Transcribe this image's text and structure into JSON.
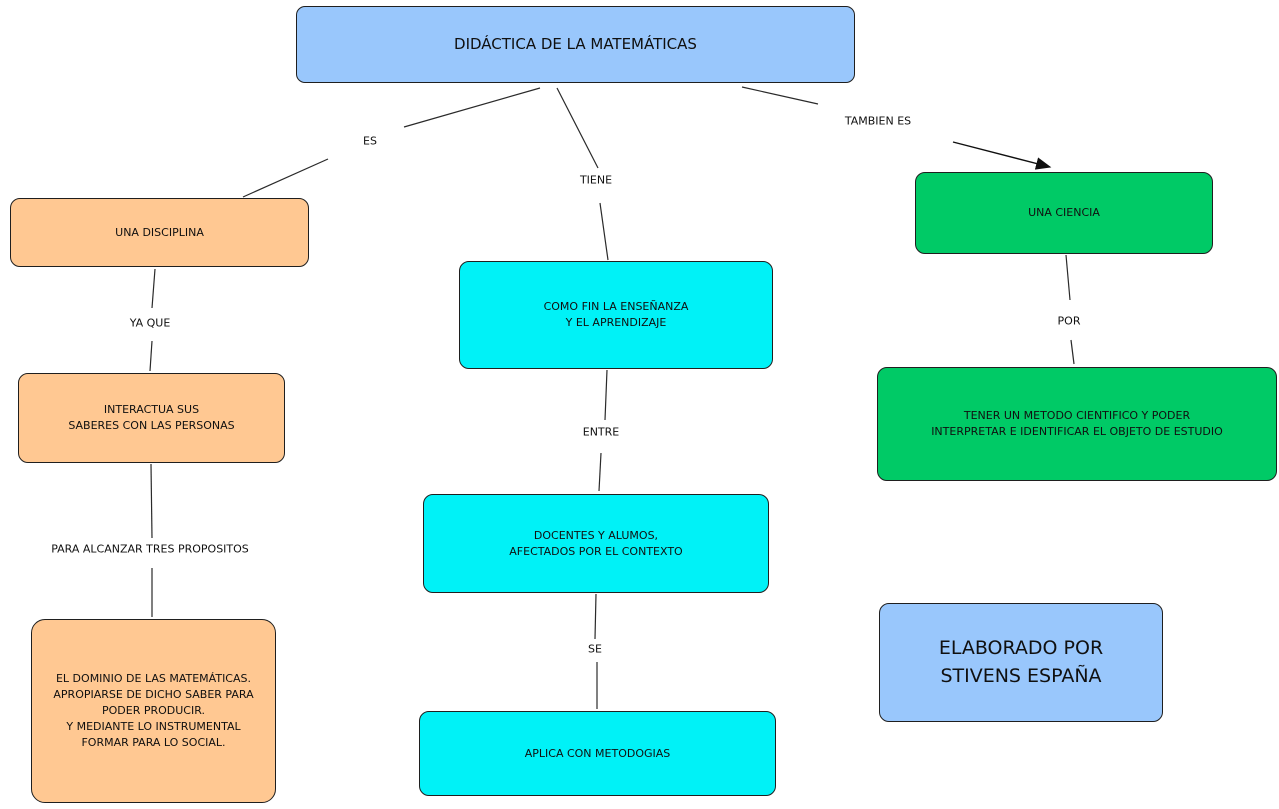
{
  "diagram": {
    "kind": "concept-map",
    "colors": {
      "title_and_credit_fill": "#99C7FC",
      "left_branch_fill": "#FFC892",
      "middle_branch_fill": "#00F2F7",
      "right_branch_fill": "#00CA66",
      "border": "#1f1f1f",
      "connector": "#2a2a2a",
      "text": "#101010"
    },
    "nodes": {
      "didactica": {
        "label": "DIDÁCTICA DE LA MATEMÁTICAS"
      },
      "una_disciplina": {
        "label": "UNA DISCIPLINA"
      },
      "interactua_saberes": {
        "label": "INTERACTUA SUS\nSABERES CON LAS PERSONAS"
      },
      "dominio_matematicas": {
        "label": "EL DOMINIO DE LAS MATEMÁTICAS.\nAPROPIARSE DE DICHO SABER PARA\nPODER PRODUCIR.\nY MEDIANTE LO INSTRUMENTAL\nFORMAR PARA LO SOCIAL."
      },
      "como_fin": {
        "label": "COMO FIN LA ENSEÑANZA\nY EL APRENDIZAJE"
      },
      "docentes_alumos": {
        "label": "DOCENTES Y ALUMOS,\nAFECTADOS POR EL CONTEXTO"
      },
      "aplica_metodogias": {
        "label": "APLICA CON METODOGIAS"
      },
      "una_ciencia": {
        "label": "UNA CIENCIA"
      },
      "tener_metodo": {
        "label": "TENER UN METODO CIENTIFICO Y PODER\nINTERPRETAR E IDENTIFICAR EL OBJETO DE ESTUDIO"
      },
      "elaborado": {
        "label": "ELABORADO POR\nSTIVENS ESPAÑA"
      }
    },
    "link_labels": {
      "es": "ES",
      "tiene": "TIENE",
      "tambien_es": "TAMBIEN ES",
      "ya_que": "YA QUE",
      "para_alcanzar": "PARA ALCANZAR TRES PROPOSITOS",
      "entre": "ENTRE",
      "se": "SE",
      "por": "POR"
    }
  }
}
